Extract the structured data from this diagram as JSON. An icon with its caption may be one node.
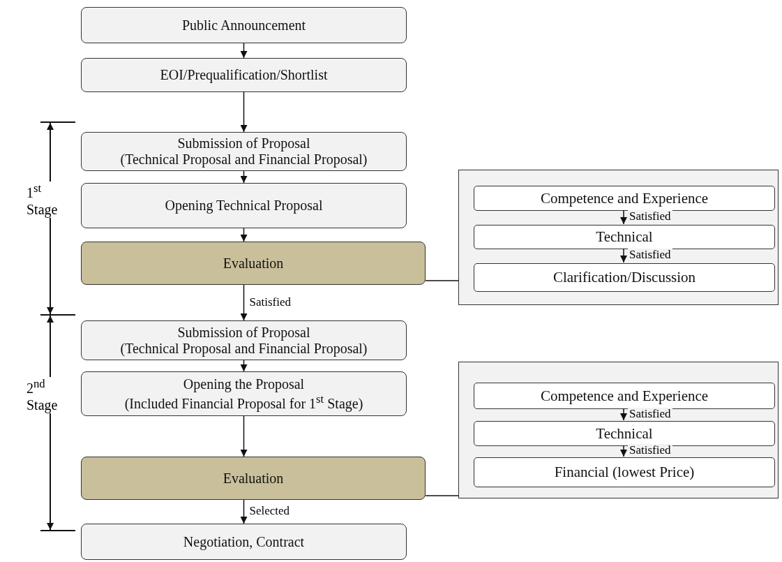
{
  "diagram": {
    "nodes": [
      {
        "text": [
          "Public Announcement"
        ]
      },
      {
        "text": [
          "EOI/Prequalification/Shortlist"
        ]
      },
      {
        "text": [
          "Submission of Proposal",
          "(Technical Proposal and Financial Proposal)"
        ]
      },
      {
        "text": [
          "Opening Technical Proposal"
        ]
      },
      {
        "text": [
          "Evaluation"
        ]
      },
      {
        "text": [
          "Submission of Proposal",
          "(Technical Proposal and Financial Proposal)"
        ]
      },
      {
        "text": [
          "Opening the Proposal",
          "(Included Financial Proposal for 1$^{st}$ Stage)"
        ]
      },
      {
        "text": [
          "Evaluation"
        ]
      },
      {
        "text": [
          "Negotiation, Contract"
        ]
      },
      {
        "text": [],
        "shape": "box"
      },
      {
        "text": [
          "Competence and Experience"
        ],
        "in": 9
      },
      {
        "text": [
          "Technical"
        ],
        "in": 9
      },
      {
        "text": [
          "Clarification/Discussion"
        ],
        "in": 9
      },
      {
        "text": [],
        "shape": "box"
      },
      {
        "text": [
          "Competence and Experience"
        ],
        "in": 13
      },
      {
        "text": [
          "Technical"
        ],
        "in": 13
      },
      {
        "text": [
          "Financial (lowest Price)"
        ],
        "in": 13
      }
    ],
    "edges": [
      {
        "from": 0,
        "to": 1,
        "arrow": "to"
      },
      {
        "from": 1,
        "to": 2,
        "arrow": "to"
      },
      {
        "from": 2,
        "to": 3,
        "arrow": "to"
      },
      {
        "from": 3,
        "to": 4,
        "arrow": "to"
      },
      {
        "from": 4,
        "to": 5,
        "arrow": "to",
        "label": "Satisfied"
      },
      {
        "from": 5,
        "to": 6,
        "arrow": "to"
      },
      {
        "from": 6,
        "to": 7,
        "arrow": "to"
      },
      {
        "from": 7,
        "to": 8,
        "arrow": "to",
        "label": "Selected"
      },
      {
        "from": 4,
        "to": 9,
        "arrow": "none"
      },
      {
        "from": 10,
        "to": 11,
        "arrow": "to",
        "label": "Satisfied"
      },
      {
        "from": 11,
        "to": 12,
        "arrow": "to",
        "label": "Satisfied"
      },
      {
        "from": 7,
        "to": 13,
        "arrow": "none"
      },
      {
        "from": 14,
        "to": 15,
        "arrow": "to",
        "label": "Satisfied"
      },
      {
        "from": 15,
        "to": 16,
        "arrow": "to",
        "label": "Satisfied"
      }
    ],
    "labels": [
      "1$^{st}$ Stage",
      "2$^{nd}$ Stage"
    ]
  }
}
